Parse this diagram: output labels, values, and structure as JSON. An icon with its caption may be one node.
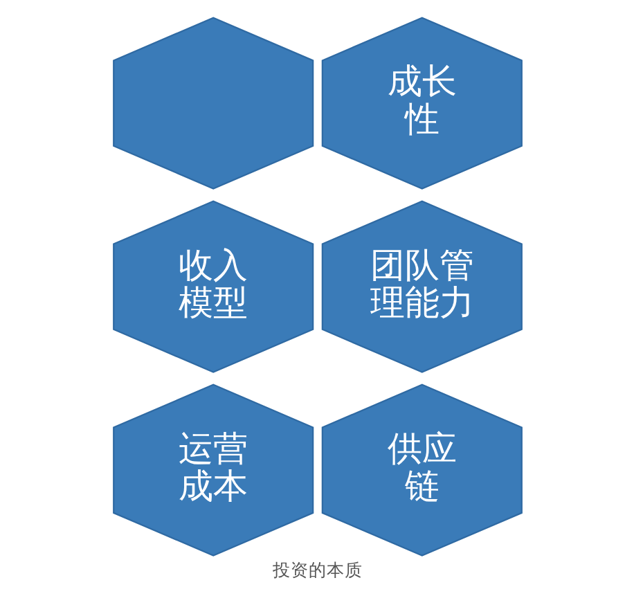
{
  "diagram": {
    "caption": "投资的本质",
    "nodes": [
      {
        "text": [],
        "shape": "hexagon"
      },
      {
        "text": [
          "成长性"
        ]
      },
      {
        "text": [
          "收入模型"
        ]
      },
      {
        "text": [
          "团队管理能力"
        ]
      },
      {
        "text": [
          "运营成本"
        ]
      },
      {
        "text": [
          "供应链"
        ]
      }
    ]
  }
}
